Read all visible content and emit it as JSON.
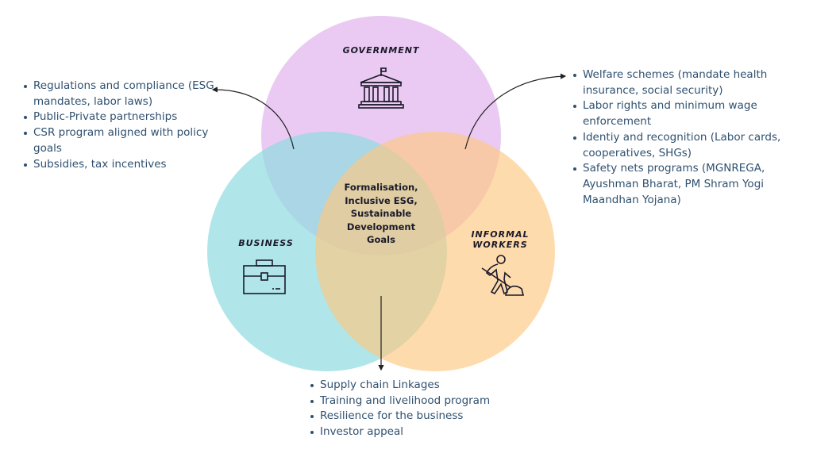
{
  "circles": {
    "government": {
      "label": "GOVERNMENT",
      "color": "#e3b8ee",
      "icon": "government-building-icon"
    },
    "business": {
      "label": "BUSINESS",
      "color": "#8fdce0",
      "icon": "briefcase-icon"
    },
    "informal_workers": {
      "label_line1": "INFORMAL",
      "label_line2": "WORKERS",
      "color": "#fdc880",
      "icon": "worker-digging-icon"
    }
  },
  "center": {
    "lines": [
      "Formalisation,",
      "Inclusive ESG,",
      "Sustainable",
      "Development",
      "Goals"
    ]
  },
  "government_business": {
    "items": [
      "Regulations and compliance (ESG mandates, labor laws)",
      "Public-Private partnerships",
      "CSR program aligned with policy goals",
      "Subsidies, tax incentives"
    ]
  },
  "government_workers": {
    "items": [
      "Welfare schemes (mandate health insurance, social security)",
      "Labor rights and minimum wage enforcement",
      "Identiy and recognition (Labor cards, cooperatives, SHGs)",
      "Safety nets programs (MGNREGA, Ayushman Bharat, PM Shram Yogi Maandhan Yojana)"
    ]
  },
  "business_workers": {
    "items": [
      "Supply chain Linkages",
      "Training and livelihood program",
      "Resilience for the business",
      "Investor appeal"
    ]
  }
}
